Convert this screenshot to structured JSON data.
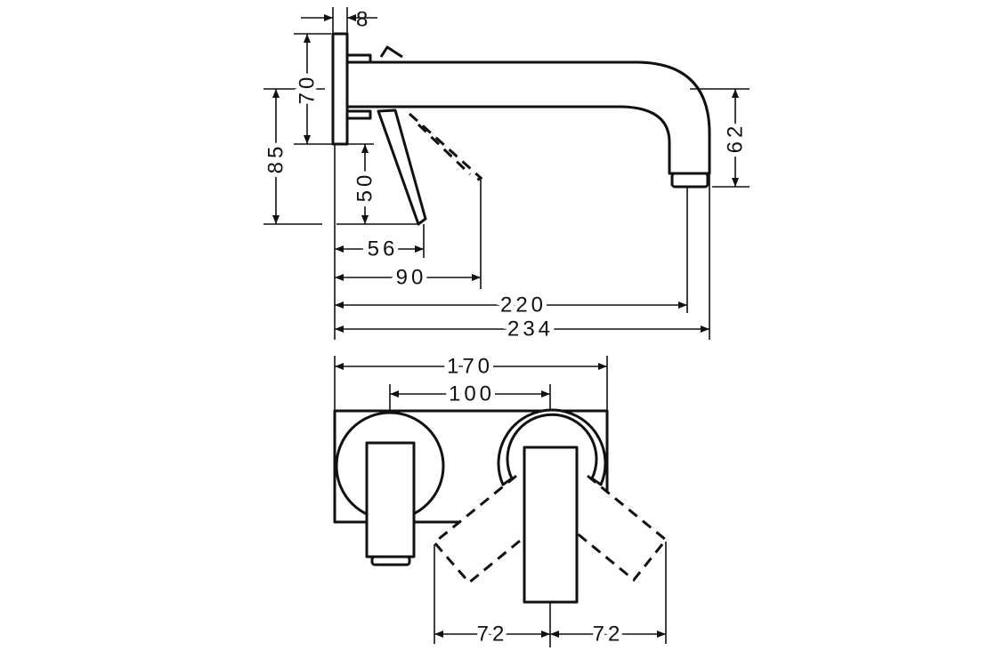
{
  "side_view": {
    "dims": {
      "plate_thickness": "8",
      "plate_height": "70",
      "spout_height_to_lever": "85",
      "lever_drop": "50",
      "spout_outlet_height": "62",
      "lever_projection": "56",
      "lever_open_projection": "90",
      "spout_reach": "220",
      "overall_depth": "234"
    }
  },
  "front_view": {
    "dims": {
      "plate_width": "170",
      "center_distance": "100",
      "lever_swing_left": "72",
      "lever_swing_right": "72"
    }
  }
}
